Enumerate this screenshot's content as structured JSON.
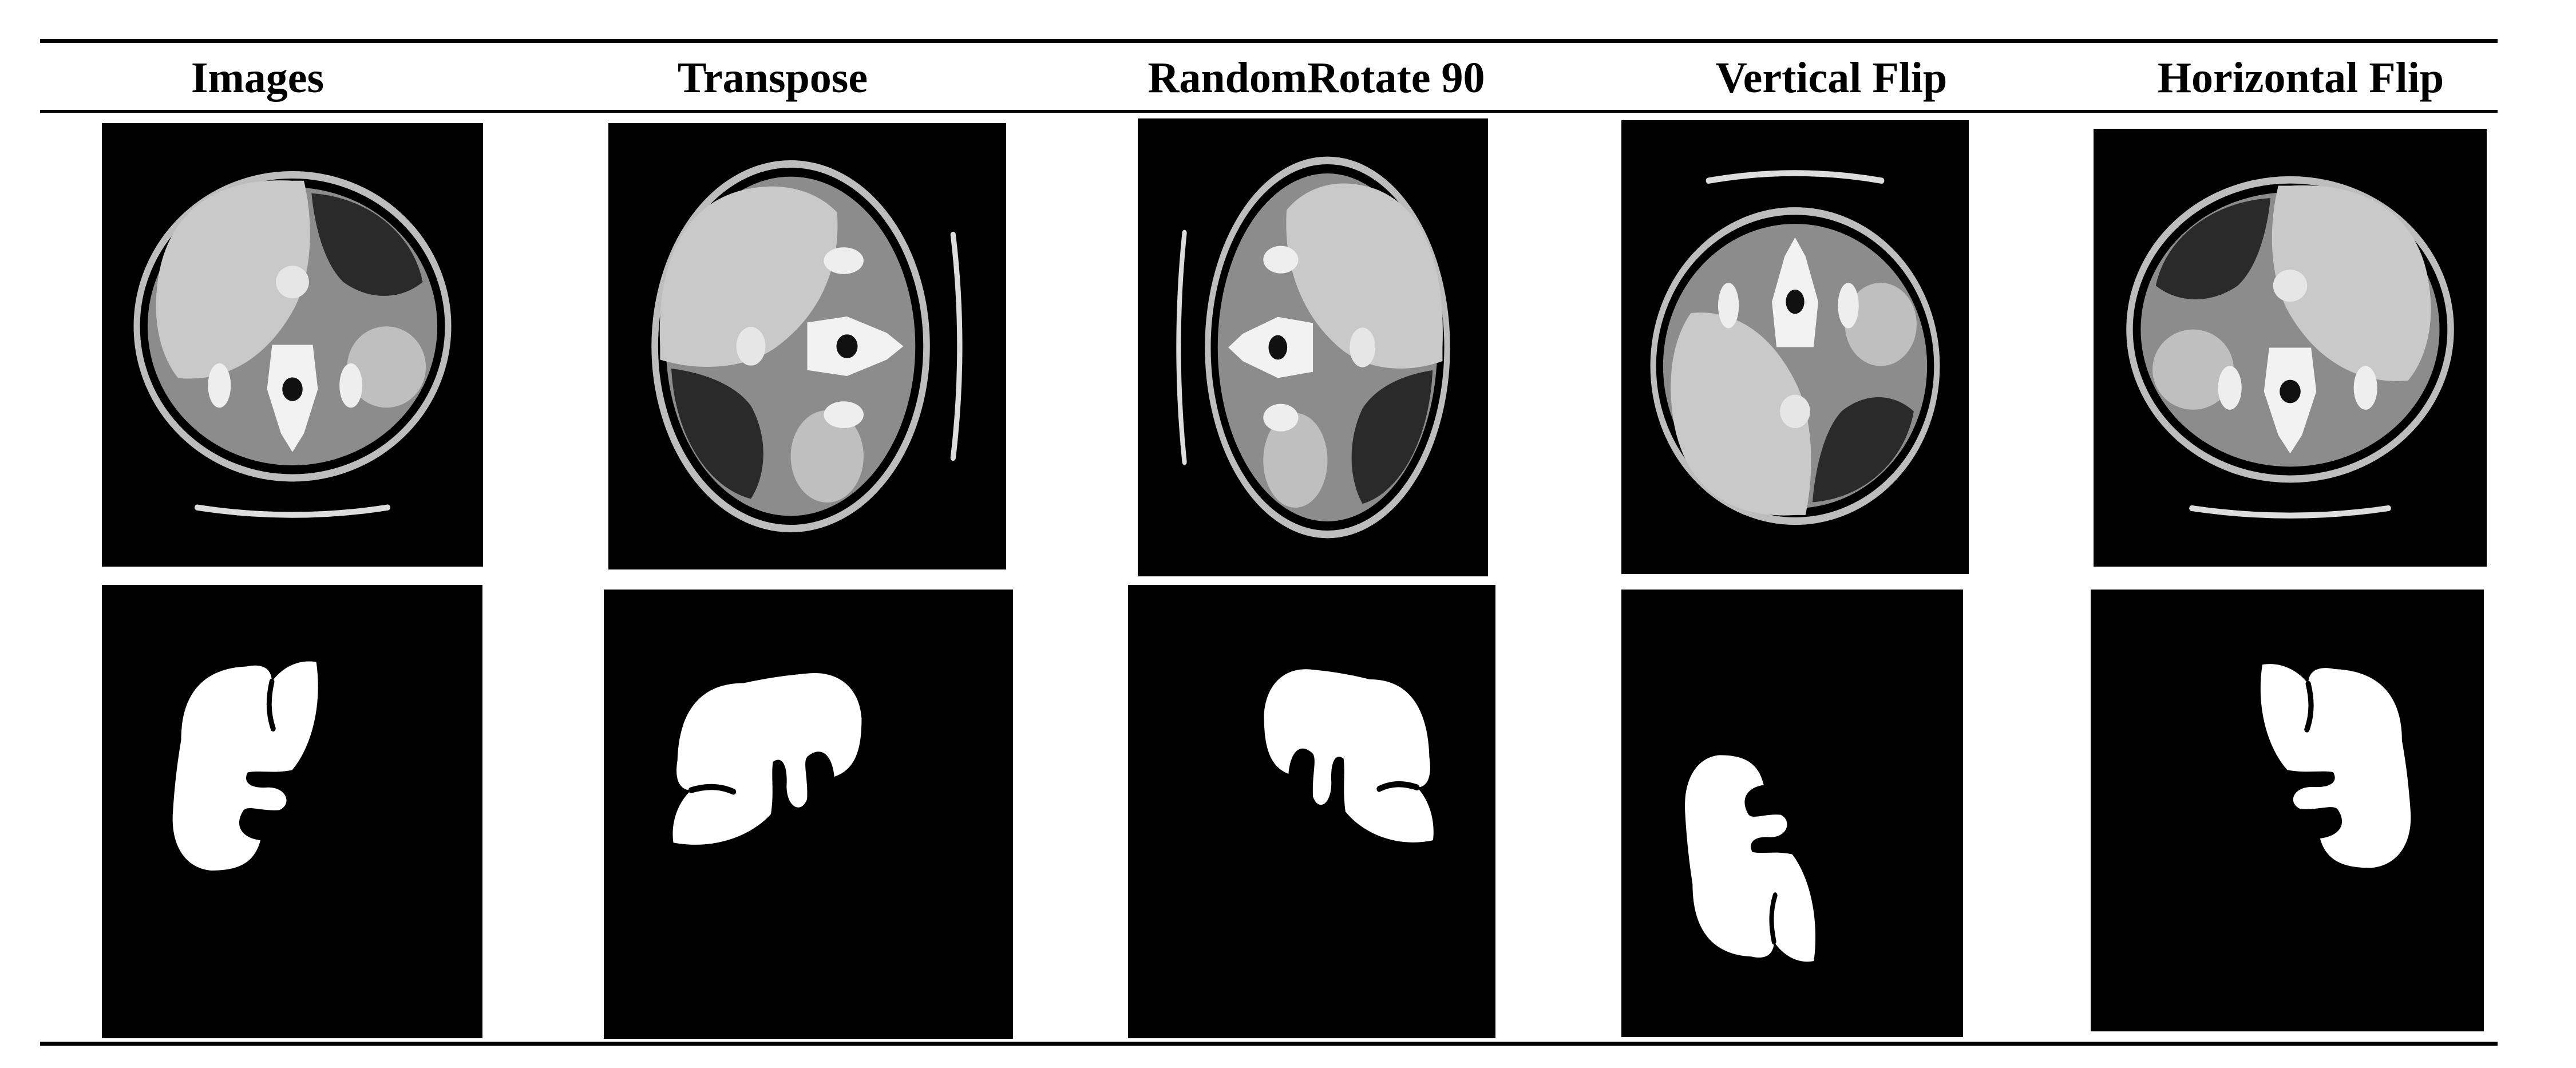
{
  "table": {
    "columns": [
      {
        "id": "images",
        "label": "Images"
      },
      {
        "id": "transpose",
        "label": "Transpose"
      },
      {
        "id": "randomrotate90",
        "label": "RandomRotate 90"
      },
      {
        "id": "vertical-flip",
        "label": "Vertical Flip"
      },
      {
        "id": "horizontal-flip",
        "label": "Horizontal Flip"
      }
    ],
    "rows": [
      {
        "id": "ct-scan",
        "kind": "ct-image"
      },
      {
        "id": "liver-mask",
        "kind": "segmentation-mask"
      }
    ]
  },
  "colors": {
    "background": "#000000",
    "mask": "#ffffff",
    "tissue": "#9a9a9a",
    "organ": "#c8c8c8",
    "rule": "#000000"
  }
}
